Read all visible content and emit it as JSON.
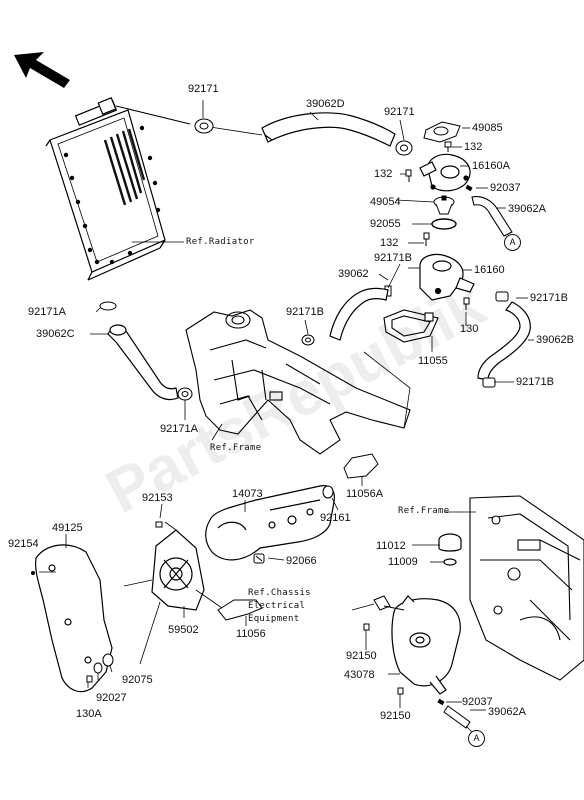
{
  "watermark_text": "PartsRepublik",
  "callouts": {
    "a1": "A",
    "a2": "A"
  },
  "refs": {
    "radiator": "Ref.Radiator",
    "frame1": "Ref.Frame",
    "frame2": "Ref.Frame",
    "chassis_l1": "Ref.Chassis",
    "chassis_l2": "Electrical",
    "chassis_l3": "Equipment"
  },
  "parts": {
    "p92171_top": "92171",
    "p39062D": "39062D",
    "p92171_mid": "92171",
    "p49085": "49085",
    "p132_a": "132",
    "p16160A": "16160A",
    "p132_b": "132",
    "p92037_a": "92037",
    "p49054": "49054",
    "p39062A_a": "39062A",
    "p92055": "92055",
    "p132_c": "132",
    "p92171B_a": "92171B",
    "p16160": "16160",
    "p39062": "39062",
    "p92171B_b": "92171B",
    "p92171B_c": "92171B",
    "p92171A_a": "92171A",
    "p130": "130",
    "p39062B": "39062B",
    "p39062C": "39062C",
    "p11055": "11055",
    "p92171B_d": "92171B",
    "p92171A_b": "92171A",
    "p11056A": "11056A",
    "p92153": "92153",
    "p14073": "14073",
    "p92161": "92161",
    "p49125": "49125",
    "p92154": "92154",
    "p11012": "11012",
    "p11009": "11009",
    "p92066": "92066",
    "p59502": "59502",
    "p11056": "11056",
    "p92150_a": "92150",
    "p43078": "43078",
    "p92075": "92075",
    "p92027": "92027",
    "p130A": "130A",
    "p92037_b": "92037",
    "p39062A_b": "39062A",
    "p92150_b": "92150"
  }
}
